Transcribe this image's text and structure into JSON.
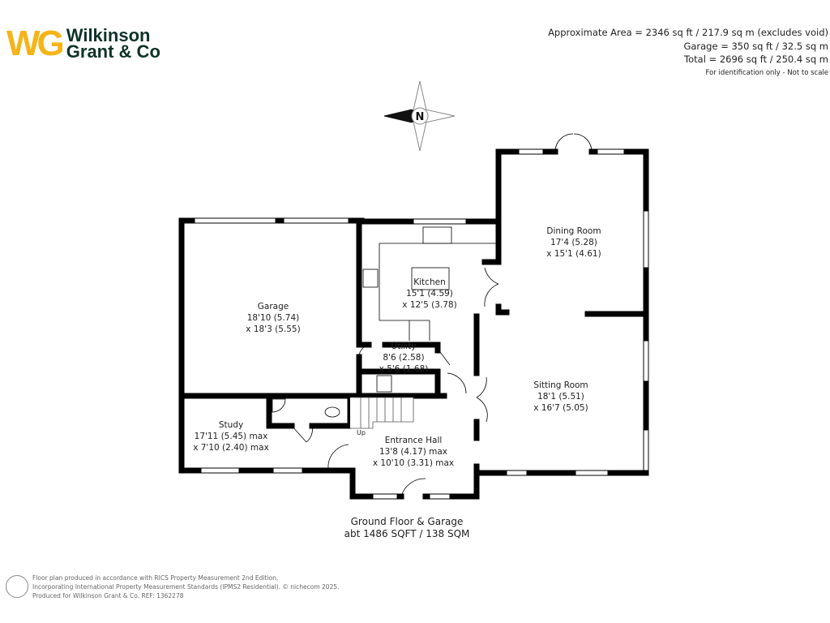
{
  "brand": {
    "mark": "WG",
    "line1": "Wilkinson",
    "line2": "Grant & Co",
    "colors": {
      "mark": "#f5b417",
      "text": "#0f3328"
    }
  },
  "areas": {
    "approx": "Approximate Area = 2346 sq ft / 217.9 sq m (excludes void)",
    "garage": "Garage = 350 sq ft / 32.5 sq m",
    "total": "Total = 2696 sq ft / 250.4 sq m",
    "note": "For identification only - Not to scale"
  },
  "compass": {
    "label": "N",
    "icon": "compass-icon"
  },
  "rooms": [
    {
      "name": "Garage",
      "dim1": "18'10 (5.74)",
      "dim2": "x 18'3 (5.55)"
    },
    {
      "name": "Kitchen",
      "dim1": "15'1 (4.59)",
      "dim2": "x 12'5 (3.78)"
    },
    {
      "name": "Dining Room",
      "dim1": "17'4 (5.28)",
      "dim2": "x 15'1 (4.61)"
    },
    {
      "name": "Utility",
      "dim1": "8'6 (2.58)",
      "dim2": "x 5'6 (1.68)"
    },
    {
      "name": "Sitting Room",
      "dim1": "18'1 (5.51)",
      "dim2": "x 16'7 (5.05)"
    },
    {
      "name": "Study",
      "dim1": "17'11 (5.45) max",
      "dim2": "x 7'10 (2.40) max"
    },
    {
      "name": "Entrance Hall",
      "dim1": "13'8 (4.17) max",
      "dim2": "x 10'10 (3.31) max"
    }
  ],
  "stairs_label": "Up",
  "floor": {
    "name": "Ground Floor & Garage",
    "area": "abt 1486 SQFT / 138 SQM"
  },
  "footer": {
    "line1": "Floor plan produced in accordance with RICS Property Measurement 2nd Edition,",
    "line2": "Incorporating International Property Measurement Standards (IPMS2 Residential).  © nichecom  2025.",
    "line3": "Produced for Wilkinson Grant & Co.   REF:     1362278"
  }
}
